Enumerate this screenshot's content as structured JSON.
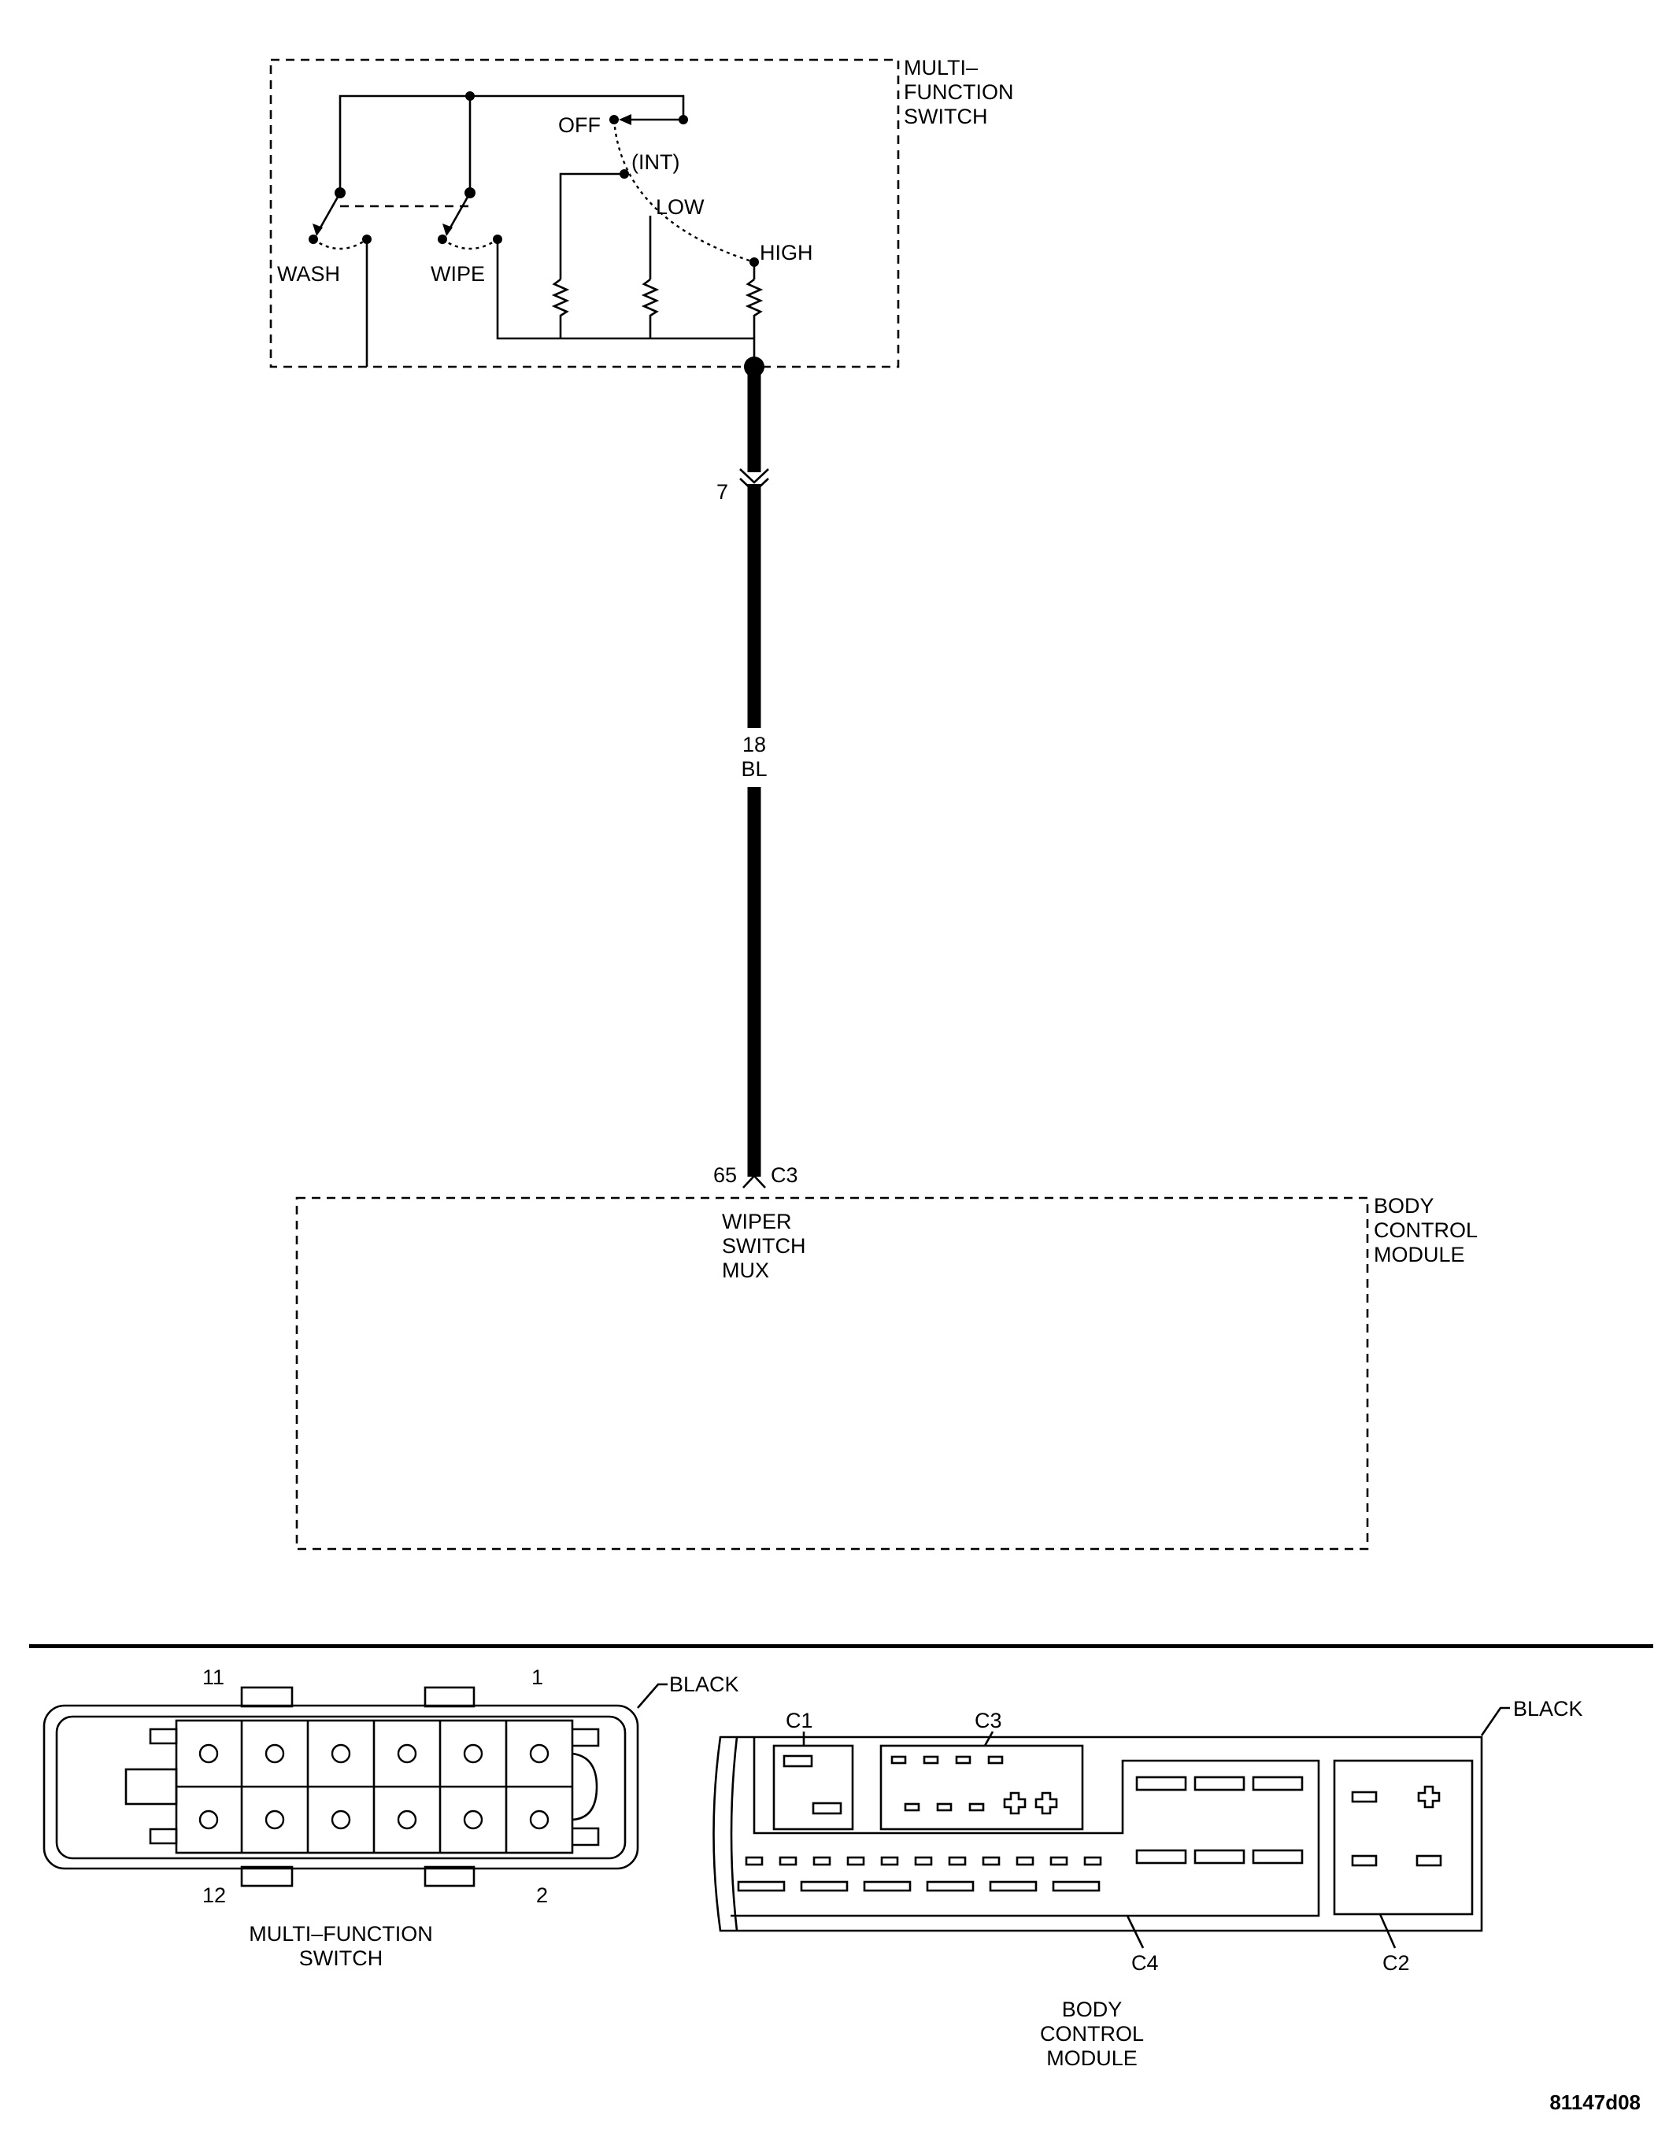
{
  "multifunction_switch": {
    "name_lines": [
      "MULTI–",
      "FUNCTION",
      "SWITCH"
    ],
    "positions": {
      "off": "OFF",
      "int": "(INT)",
      "low": "LOW",
      "high": "HIGH",
      "wash": "WASH",
      "wipe": "WIPE"
    }
  },
  "circuit": {
    "connector_pin_top": "7",
    "wire_gauge": "18",
    "wire_color": "BL",
    "bcm_pin": "65",
    "bcm_connector": "C3"
  },
  "body_control_module": {
    "name_lines": [
      "BODY",
      "CONTROL",
      "MODULE"
    ],
    "function_lines": [
      "WIPER",
      "SWITCH",
      "MUX"
    ]
  },
  "connector_views": {
    "mfs": {
      "color": "BLACK",
      "pins": {
        "top_left": "11",
        "top_right": "1",
        "bottom_left": "12",
        "bottom_right": "2"
      },
      "caption_lines": [
        "MULTI–FUNCTION",
        "SWITCH"
      ]
    },
    "bcm": {
      "color": "BLACK",
      "connectors": {
        "c1": "C1",
        "c2": "C2",
        "c3": "C3",
        "c4": "C4"
      },
      "caption_lines": [
        "BODY",
        "CONTROL",
        "MODULE"
      ]
    }
  },
  "figure_id": "81147d08"
}
